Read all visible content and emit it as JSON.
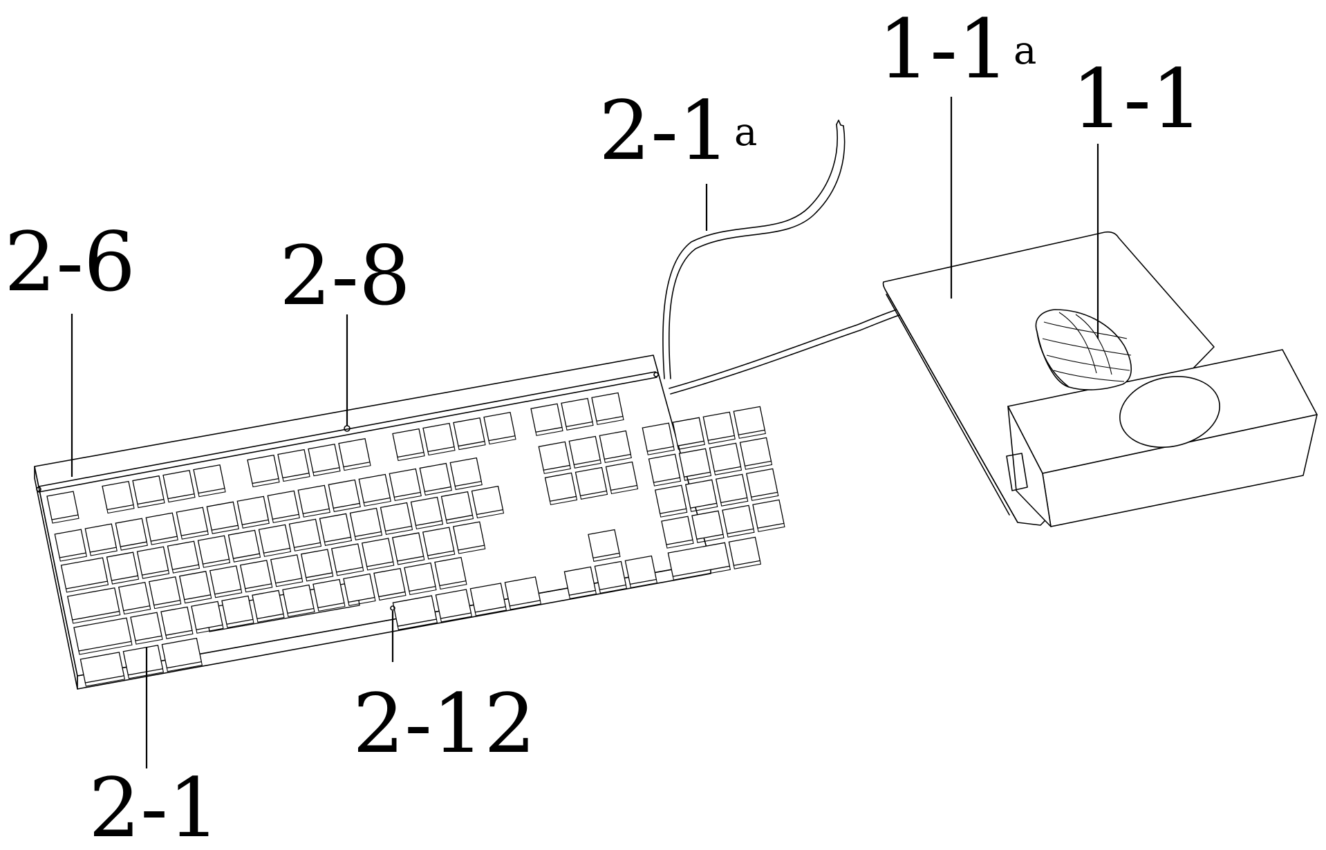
{
  "figure": {
    "labels": {
      "keyboard_body": "2-6",
      "keyboard_indicator": "2-8",
      "keyboard_cable": "2-1",
      "keyboard_cable_suffix": "a",
      "mouse_cable": "1-1",
      "mouse_cable_suffix": "a",
      "mouse": "1-1",
      "keyboard_point": "2-12",
      "keyboard_key": "2-1"
    },
    "stroke_color": "#000000",
    "background_color": "#ffffff",
    "icons": {
      "keyboard": "keyboard-icon",
      "mouse": "mouse-icon",
      "mouse_pad": "mouse-pad-icon",
      "wrist_rest": "wrist-rest-icon"
    }
  }
}
